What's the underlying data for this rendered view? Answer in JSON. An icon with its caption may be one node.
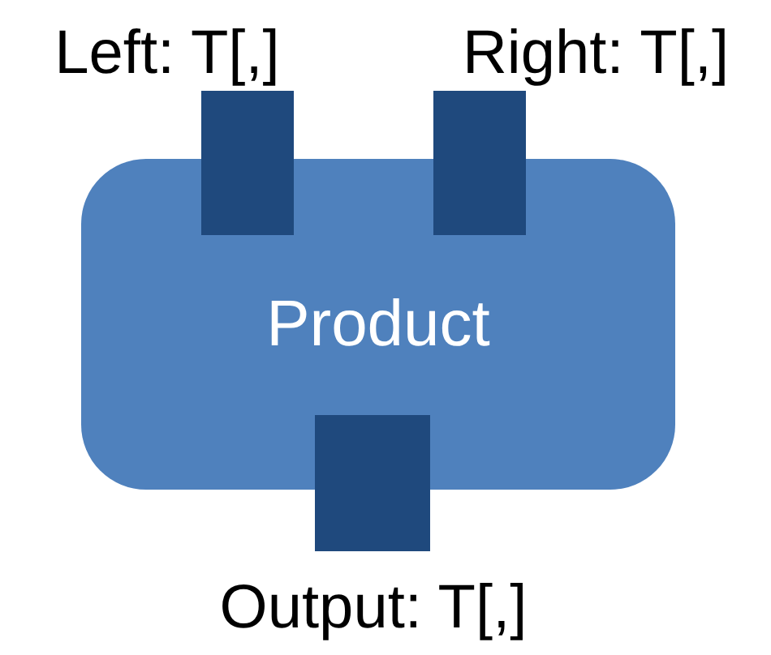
{
  "diagram": {
    "nodes": [
      {
        "text": [
          "Product"
        ]
      },
      {
        "text": [],
        "shape": "box",
        "beside": [
          "Left: T[,]"
        ]
      },
      {
        "text": [],
        "shape": "box",
        "beside": [
          "Right: T[,]"
        ]
      },
      {
        "text": [],
        "shape": "box",
        "beside": [
          "Output: T[,]"
        ]
      }
    ]
  }
}
